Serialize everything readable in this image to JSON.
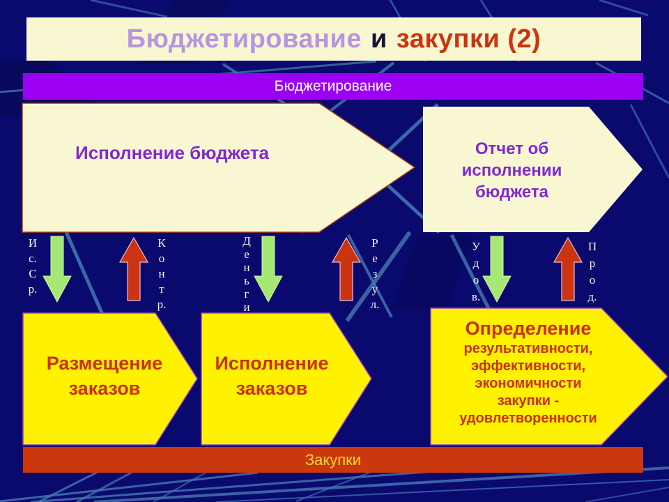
{
  "title": {
    "part1": "Бюджетирование",
    "part2": "и",
    "part3": "закупки (2)"
  },
  "bars": {
    "budgeting": "Бюджетирование",
    "procurement": "Закупки"
  },
  "arrows": {
    "budget_execution": "Исполнение бюджета",
    "budget_report": "Отчет об\nисполнении\nбюджета",
    "order_placement": "Размещение\nзаказов",
    "order_execution": "Исполнение\nзаказов",
    "evaluation_heading": "Определение",
    "evaluation_lines": "результативности,\nэффективности,\nэкономичности\nзакупки -\nудовлетворенности"
  },
  "flow_labels": {
    "is_sr": "И\nс.\nС\nр.",
    "kontr": "К\nо\nн\nт\nр.",
    "dengi": "Д\nе\nн\nь\nг\nи",
    "rezul": "Р\nе\nз\nу\nл.",
    "udov": "У\nд\nо\nв.",
    "prod": "П\nр\nо\nд."
  },
  "colors": {
    "background": "#0a0a6e",
    "background_lines": "#4679b2",
    "cream": "#f9f7d2",
    "purple_bar": "#9c00f2",
    "red": "#cc3311",
    "yellow": "#fff200",
    "green": "#a6e874",
    "violet_text": "#8128d2",
    "lavender_title": "#b895e0",
    "yellow_bar_text": "#ffd927"
  }
}
